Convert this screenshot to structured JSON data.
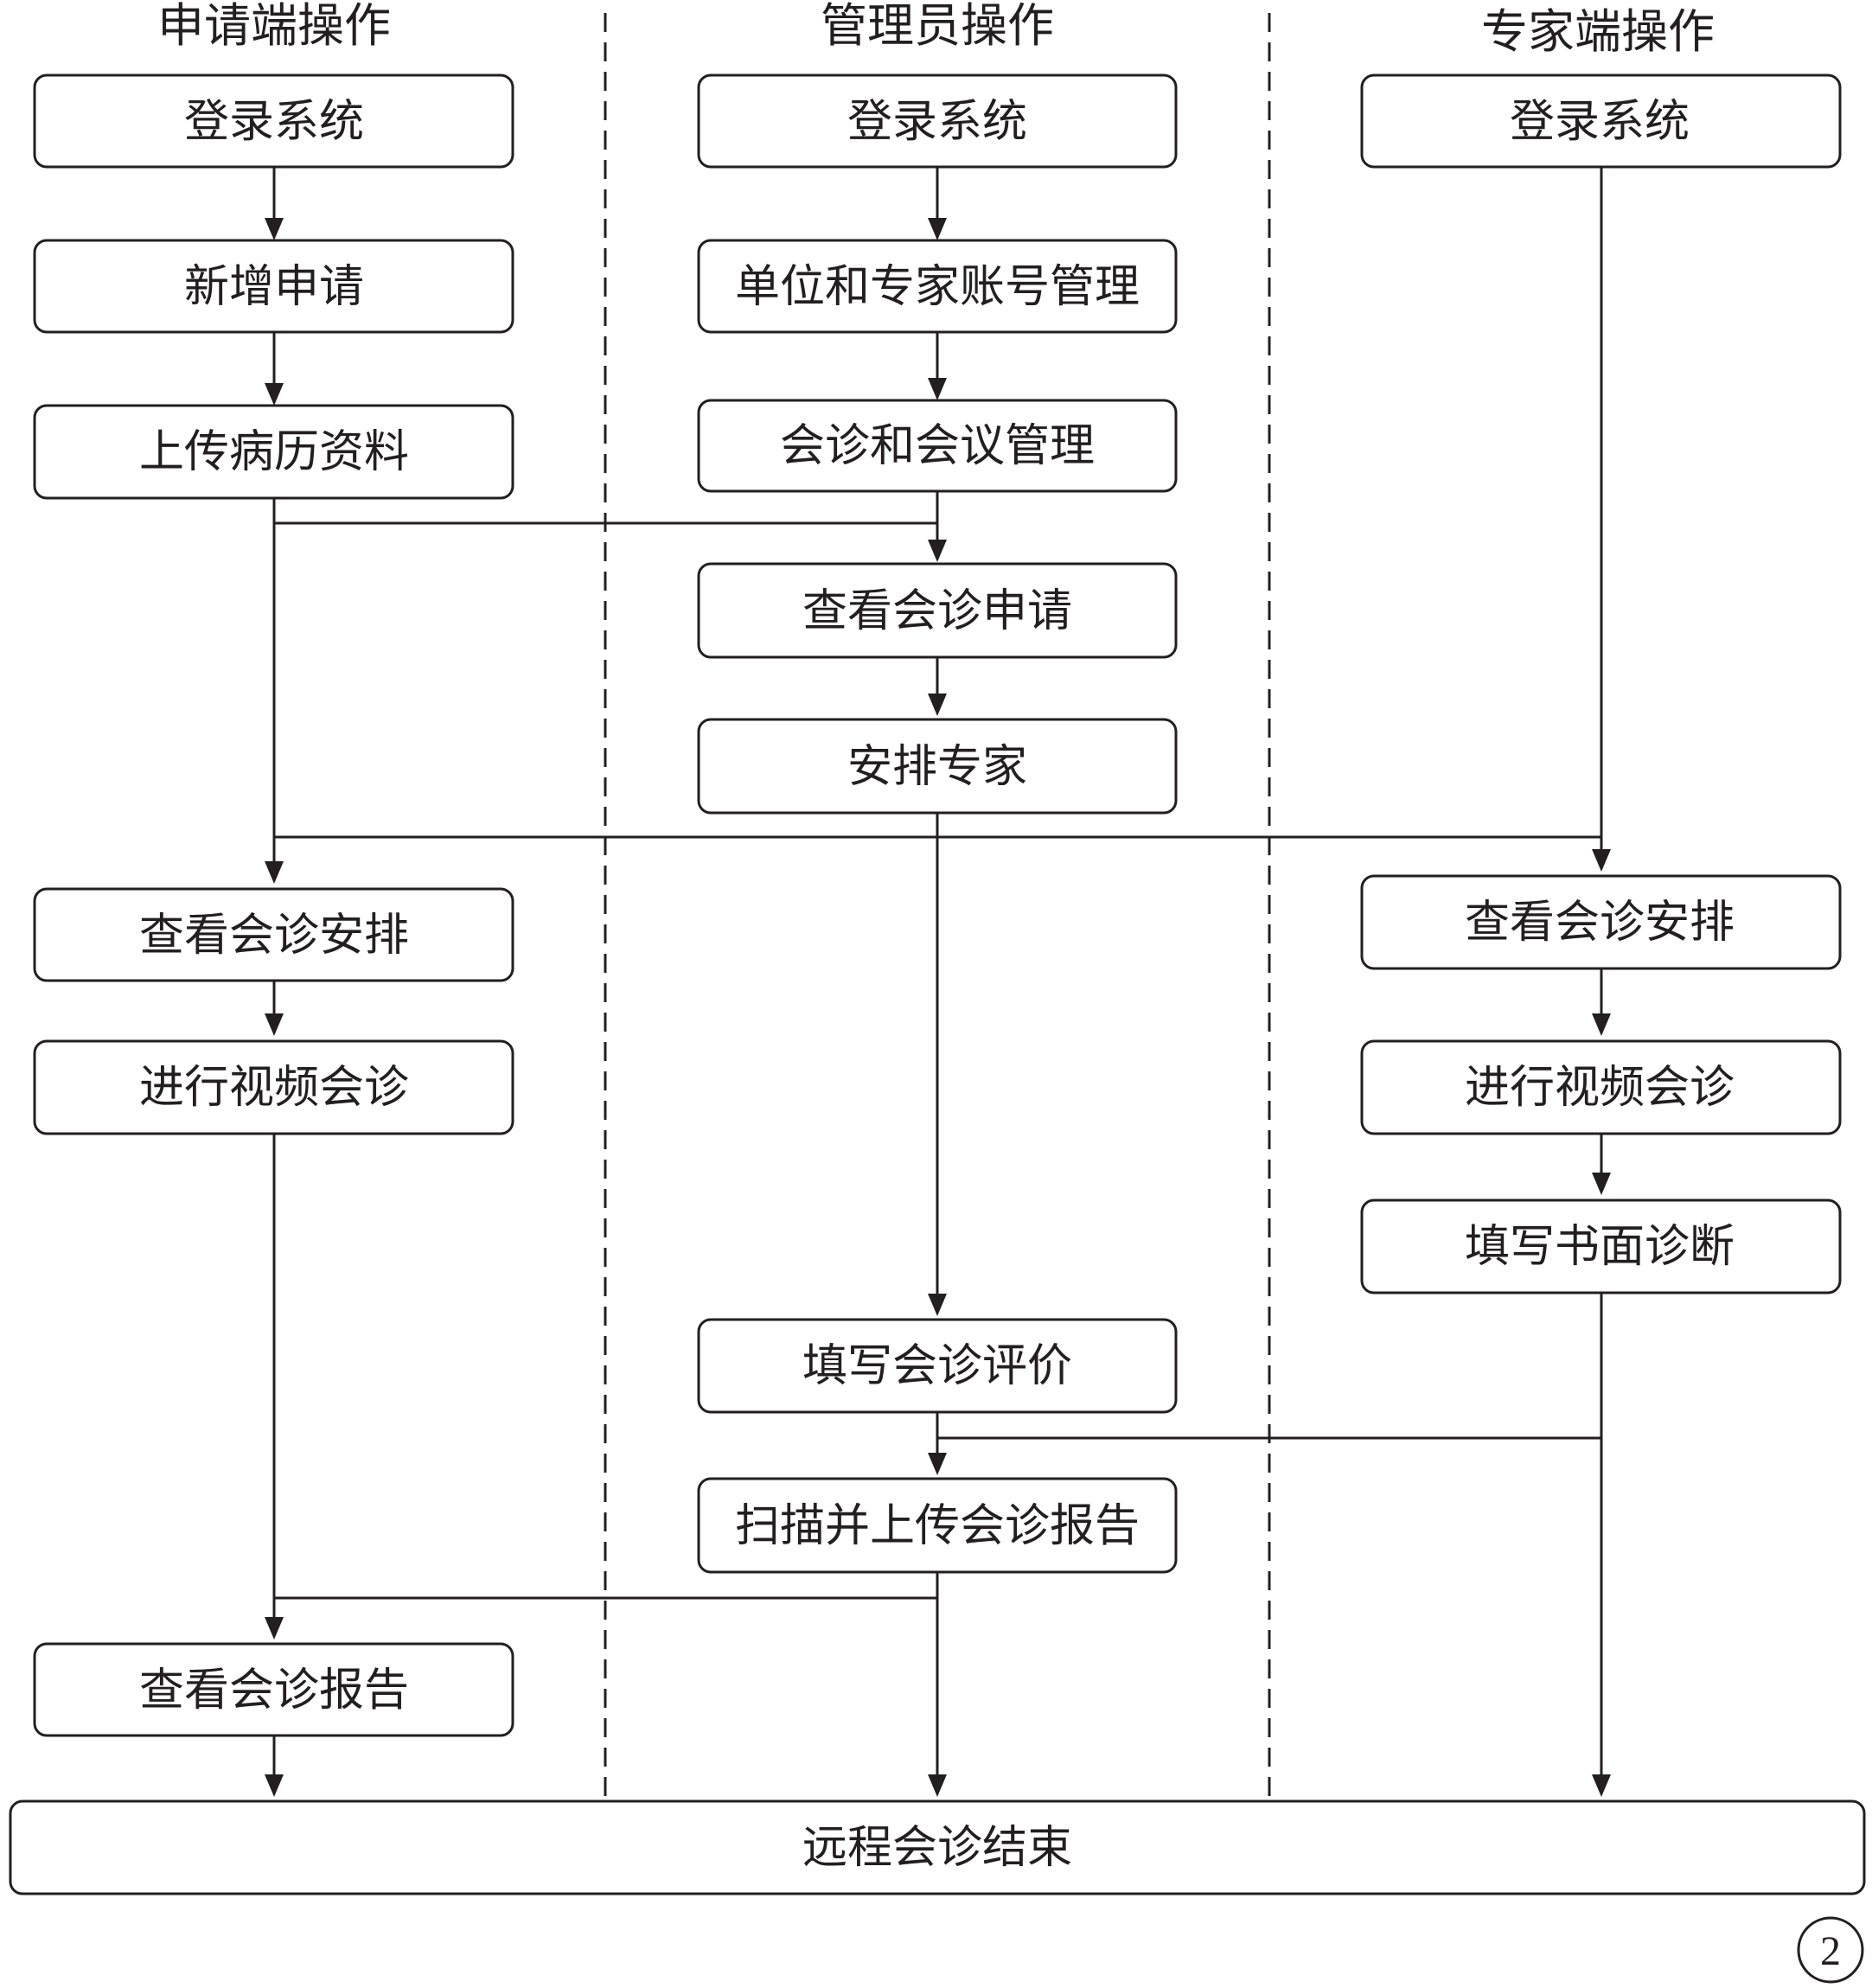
{
  "lanes": {
    "applicant": "申请端操作",
    "admin": "管理员操作",
    "expert": "专家端操作"
  },
  "applicant_steps": {
    "login": "登录系统",
    "new_request": "新增申请",
    "upload_records": "上传病历资料",
    "view_schedule": "查看会诊安排",
    "video_consult": "进行视频会诊",
    "view_report": "查看会诊报告"
  },
  "admin_steps": {
    "login": "登录系统",
    "account_mgmt": "单位和专家账号管理",
    "meeting_mgmt": "会诊和会议管理",
    "view_requests": "查看会诊申请",
    "assign_experts": "安排专家",
    "fill_evaluation": "填写会诊评价",
    "upload_report": "扫描并上传会诊报告"
  },
  "expert_steps": {
    "login": "登录系统",
    "view_schedule": "查看会诊安排",
    "video_consult": "进行视频会诊",
    "written_diagnosis": "填写书面诊断"
  },
  "end_step": "远程会诊结束",
  "panel_badge": "2"
}
